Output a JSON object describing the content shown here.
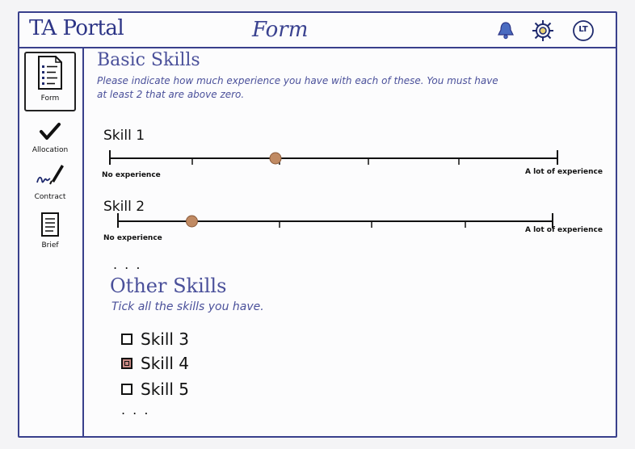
{
  "header": {
    "app_title": "TA Portal",
    "page_title": "Form",
    "icons": [
      "bell-icon",
      "gear-icon",
      "user-avatar-icon"
    ],
    "avatar_initials": "LT"
  },
  "sidebar": {
    "items": [
      {
        "label": "Form",
        "icon": "form-document-icon",
        "active": true
      },
      {
        "label": "Allocation",
        "icon": "checkmark-icon",
        "active": false
      },
      {
        "label": "Contract",
        "icon": "signature-icon",
        "active": false
      },
      {
        "label": "Brief",
        "icon": "brief-document-icon",
        "active": false
      }
    ]
  },
  "basic_skills": {
    "title": "Basic Skills",
    "instructions_line1": "Please indicate how much experience you have with each of these. You must have",
    "instructions_line2": "at least 2 that are above zero.",
    "skills": [
      {
        "label": "Skill 1",
        "min_label": "No experience",
        "max_label": "A lot of experience",
        "value": 0.37
      },
      {
        "label": "Skill 2",
        "min_label": "No experience",
        "max_label": "A lot of experience",
        "value": 0.17
      }
    ],
    "more": ". . ."
  },
  "other_skills": {
    "title": "Other Skills",
    "instructions": "Tick all the skills you have.",
    "items": [
      {
        "label": "Skill 3",
        "checked": false
      },
      {
        "label": "Skill 4",
        "checked": true
      },
      {
        "label": "Skill 5",
        "checked": false
      }
    ],
    "more": ". . ."
  },
  "colors": {
    "ink": "#39408c",
    "handle": "#c08a63",
    "bell": "#4a6bc0"
  }
}
